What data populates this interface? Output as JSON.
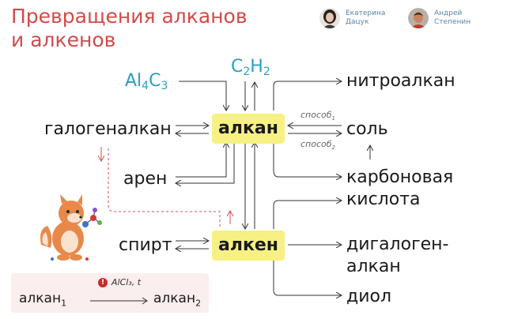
{
  "title": {
    "line1": "Превращения алканов",
    "line2": "и алкенов"
  },
  "authors": [
    {
      "first": "Екатерина",
      "last": "Дацук",
      "icon": "avatar-woman-icon"
    },
    {
      "first": "Андрей",
      "last": "Степенин",
      "icon": "avatar-man-icon"
    }
  ],
  "formulas": {
    "al4c3": {
      "a": "Al",
      "b": "4",
      "c": "C",
      "d": "3"
    },
    "c2h2": {
      "a": "C",
      "b": "2",
      "c": "H",
      "d": "2"
    }
  },
  "nodes": {
    "alkane": "алкан",
    "alkene": "алкен"
  },
  "left_labels": {
    "haloalkane": "галогеналкан",
    "arene": "арен",
    "alcohol": "спирт"
  },
  "right_labels": {
    "nitroalkane": "нитроалкан",
    "salt": "соль",
    "carboxylic1": "карбоновая",
    "carboxylic2": "кислота",
    "dihalo1": "дигалоген-",
    "dihalo2": "алкан",
    "diol": "диол"
  },
  "methods": {
    "method1": {
      "text": "способ",
      "index": "1"
    },
    "method2": {
      "text": "способ",
      "index": "2"
    }
  },
  "note": {
    "left": "алкан",
    "left_index": "1",
    "condition": "AlCl₃, t",
    "right": "алкан",
    "right_index": "2",
    "warning_icon": "exclamation-icon"
  },
  "colors": {
    "title": "#d24a4a",
    "formula": "#2a9fbf",
    "highlight": "#f6f182",
    "dashed": "#d84c4c",
    "note_bg": "#fbeeee"
  },
  "mascot_icon": "fox-mascot-icon"
}
